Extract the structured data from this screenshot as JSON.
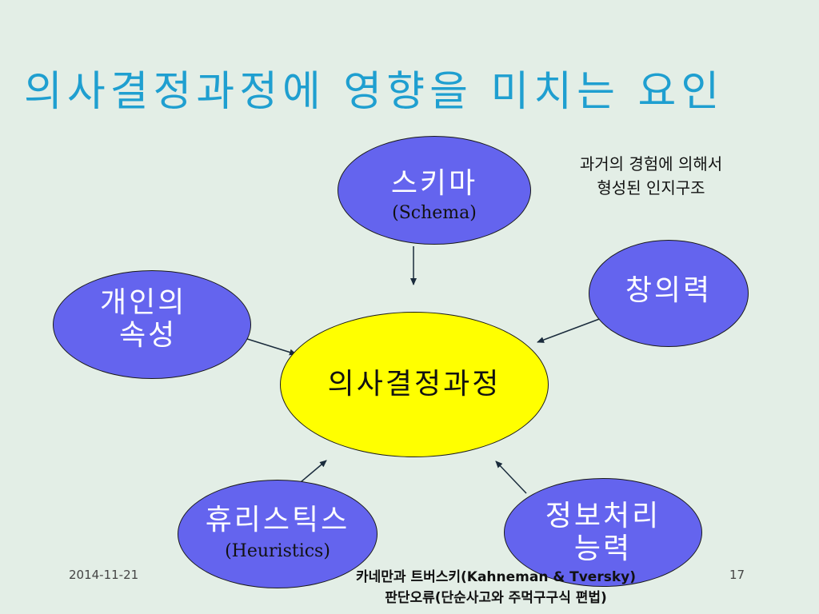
{
  "slide": {
    "title": "의사결정과정에 영향을 미치는 요인",
    "center": "의사결정과정",
    "nodes": {
      "schema": {
        "label": "스키마",
        "sub": "(Schema)"
      },
      "creativity": {
        "label": "창의력"
      },
      "personal": {
        "line1": "개인의",
        "line2": "속성"
      },
      "heuristics": {
        "label": "휴리스틱스",
        "sub": "(Heuristics)"
      },
      "info": {
        "line1": "정보처리",
        "line2": "능력"
      }
    },
    "schema_note": {
      "line1": "과거의 경험에 의해서",
      "line2": "형성된 인지구조"
    },
    "heuristics_note": {
      "line1": "카네만과 트버스키(Kahneman & Tversky)",
      "line2": "판단오류(단순사고와 주먹구구식 편법)"
    },
    "footer": {
      "date": "2014-11-21",
      "page": "17"
    }
  },
  "colors": {
    "title": "#1f9fd0",
    "node_blue": "#6464ee",
    "center_yellow": "#ffff00",
    "background": "#e3eee6"
  }
}
